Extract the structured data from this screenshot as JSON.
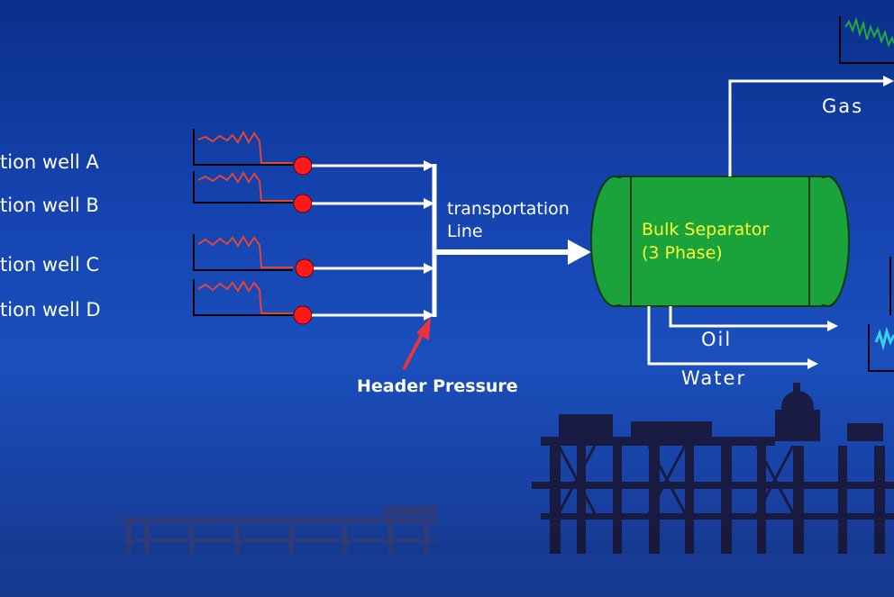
{
  "wells": [
    {
      "label": "tion well A"
    },
    {
      "label": "tion well B"
    },
    {
      "label": "tion well C"
    },
    {
      "label": "tion well D"
    }
  ],
  "transport_line": {
    "line1": "transportation",
    "line2": "Line"
  },
  "header_pressure": {
    "label": "Header Pressure"
  },
  "separator": {
    "line1": "Bulk Separator",
    "line2": "(3 Phase)"
  },
  "outputs": {
    "gas": "Gas",
    "oil": "Oil",
    "water": "Water"
  },
  "colors": {
    "background": "#1a4fbd",
    "separator_fill": "#1aa33a",
    "separator_text": "#ffff33",
    "valve": "#ff1a1a",
    "trend_red": "#e0453a",
    "trend_green": "#27a83a",
    "trend_cyan": "#3ad0e8",
    "arrow_red": "#e8343a",
    "flow_lines": "#ffffff"
  }
}
